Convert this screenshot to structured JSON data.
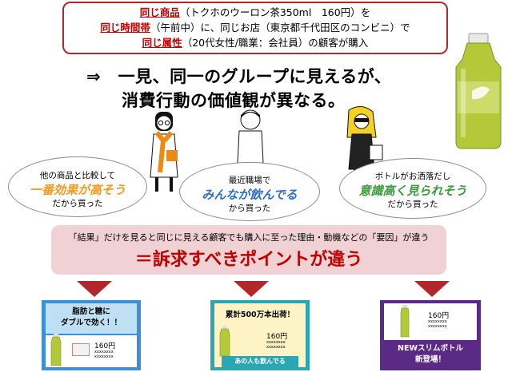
{
  "conditions": {
    "line1": {
      "label": "同じ商品",
      "text": "（トクホのウーロン茶350ml　160円）を"
    },
    "line2": {
      "label": "同じ時間帯",
      "text": "（午前中）に、同じお店（東京都千代田区のコンビニ）で"
    },
    "line3": {
      "label": "同じ属性",
      "text": "（20代女性/職業：会社員）の顧客が購入"
    }
  },
  "headline": {
    "line1": "⇒　一見、同一のグループに見えるが、",
    "line2": "消費行動の価値観が異なる。"
  },
  "customers": [
    {
      "pre": "他の商品と比較して",
      "key": "一番効果が高そう",
      "post": "だから買った",
      "key_color": "#f39a1e"
    },
    {
      "pre": "最近職場で",
      "key": "みんなが飲んでる",
      "post": "から買った",
      "key_color": "#2f6fc2"
    },
    {
      "pre": "ボトルがお洒落だし",
      "key": "意識高く見られそう",
      "post": "だから買った",
      "key_color": "#3c9b3c"
    }
  ],
  "insight": {
    "sub": "「結果」だけを見ると同じに見える顧客でも購入に至った理由・動機などの「要因」が違う",
    "main": "＝訴求すべきポイントが違う"
  },
  "ads": [
    {
      "headline": "脂肪と糖に\nダブルで効く！！",
      "price": "160円",
      "fine": "xxxxxxxx\nxxxxxxxx",
      "accent": "#3d8fd6",
      "bg": "#bfe0f4"
    },
    {
      "headline": "累計500万本出荷！",
      "price": "160円",
      "fine": "xxxxxxxx\nxxxxxxxx",
      "tagline": "あの人も飲んでる",
      "accent": "#2aa7b3",
      "bg": "#fdf3c4"
    },
    {
      "price": "160円",
      "fine": "xxxxxxxx\nxxxxxxxx",
      "headline": "NEWスリムボトル\n新登場！",
      "accent": "#5a2a86",
      "bg": "#ffffff"
    }
  ]
}
